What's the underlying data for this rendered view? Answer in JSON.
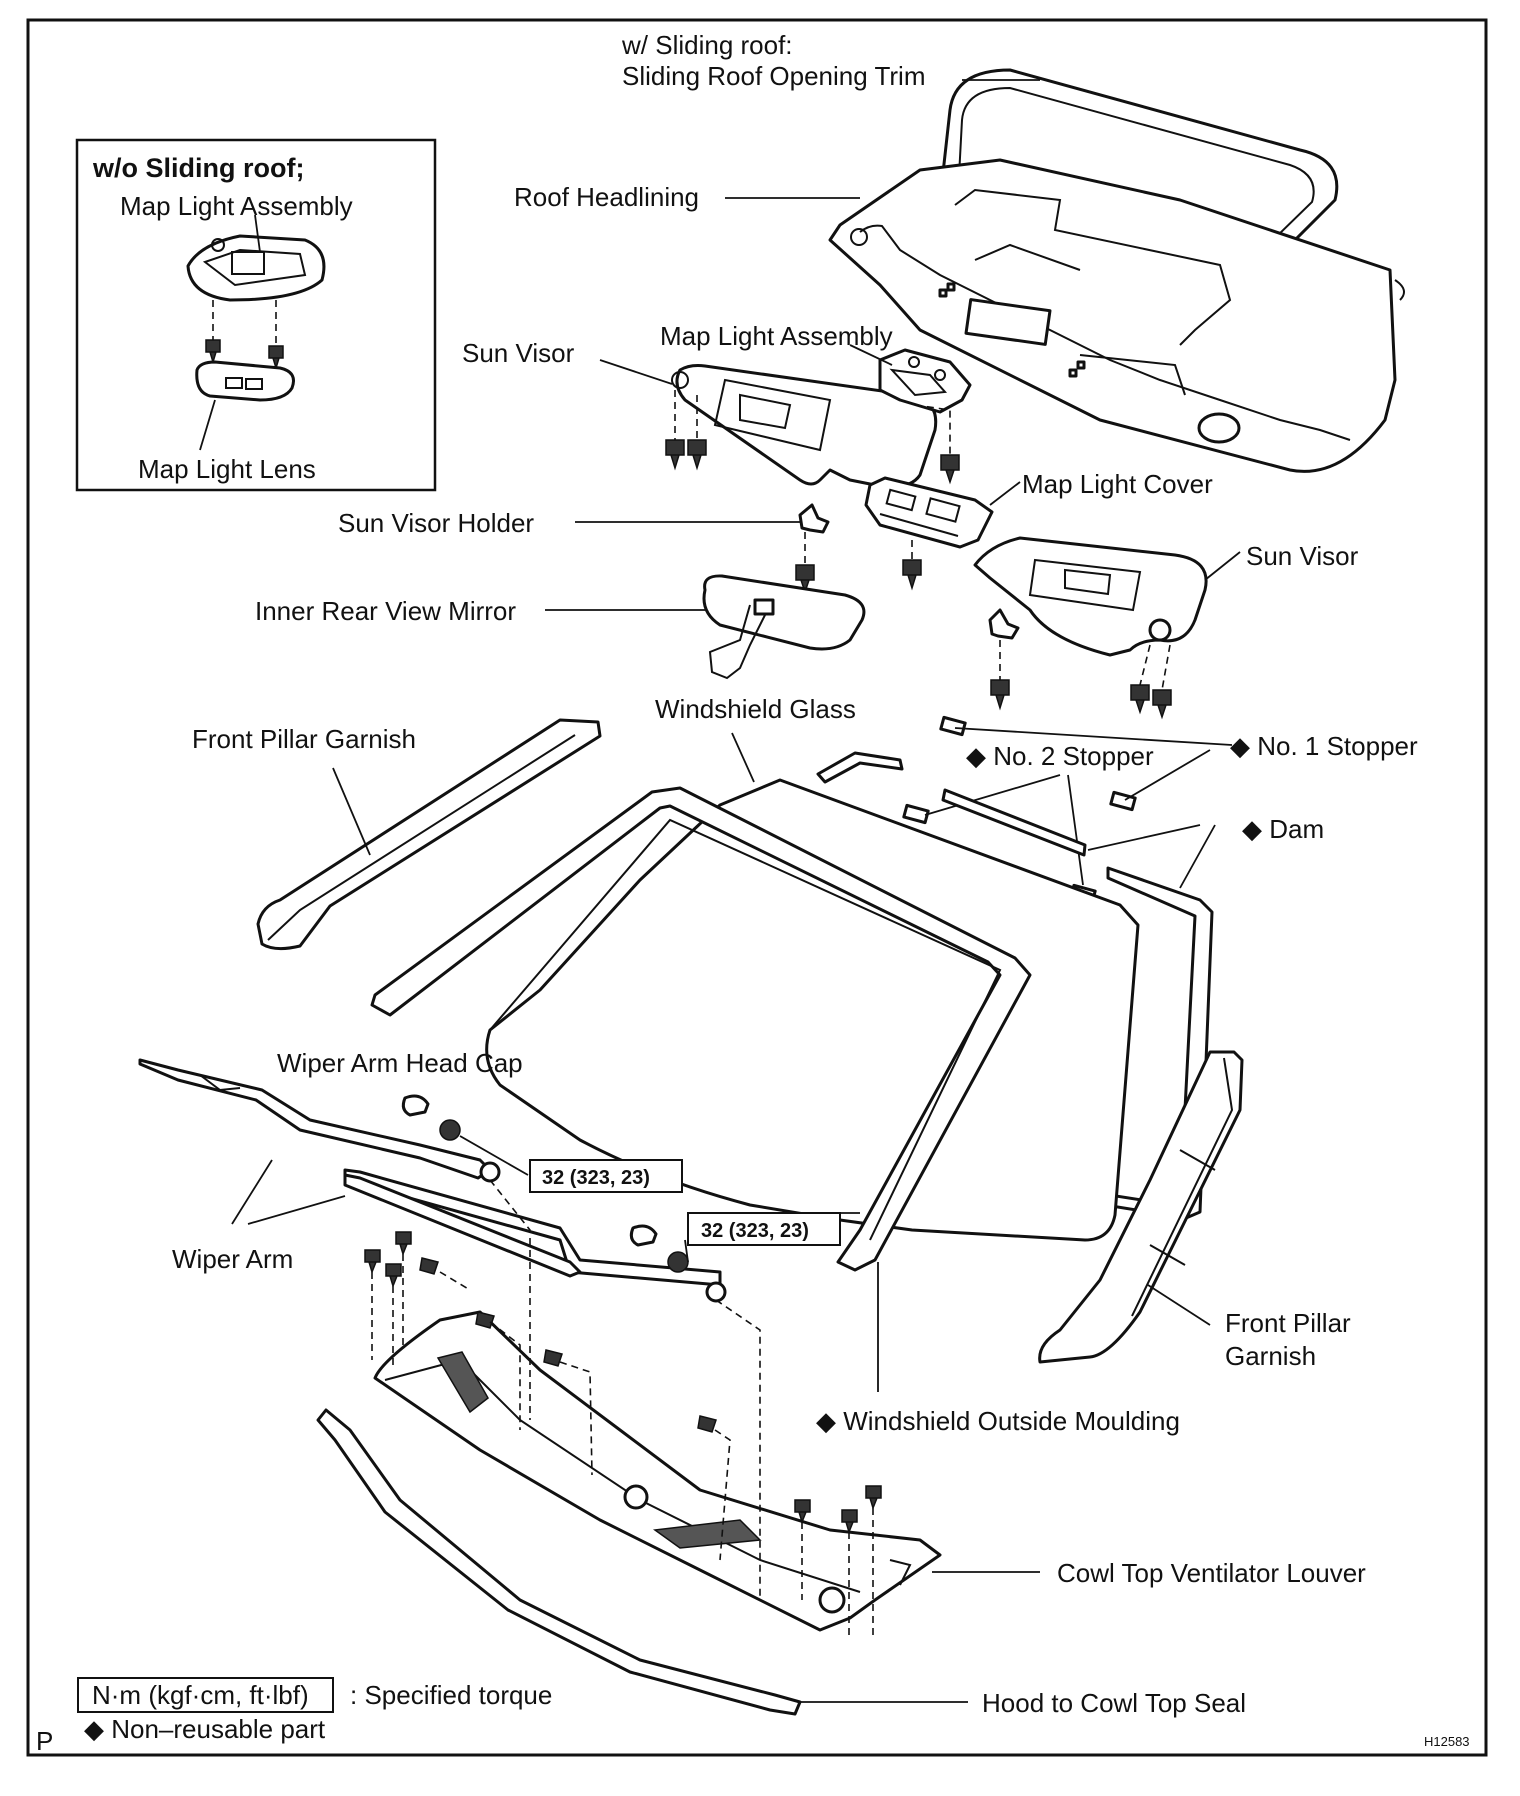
{
  "labels": {
    "sliding_roof_note": "w/ Sliding roof:",
    "sliding_roof_trim": "Sliding Roof Opening Trim",
    "roof_headlining": "Roof Headlining",
    "inset_title": "w/o Sliding roof;",
    "inset_map_light_assembly": "Map Light Assembly",
    "inset_map_light_lens": "Map Light Lens",
    "sun_visor_left": "Sun Visor",
    "map_light_assembly": "Map Light Assembly",
    "map_light_cover": "Map Light Cover",
    "sun_visor_holder": "Sun Visor Holder",
    "sun_visor_right": "Sun Visor",
    "inner_rear_view_mirror": "Inner Rear View Mirror",
    "windshield_glass": "Windshield Glass",
    "front_pillar_garnish_left": "Front Pillar Garnish",
    "no2_stopper": "◆ No. 2 Stopper",
    "no1_stopper": "◆ No. 1 Stopper",
    "dam": "◆ Dam",
    "wiper_arm_head_cap": "Wiper Arm Head Cap",
    "torque_1": "32 (323, 23)",
    "torque_2": "32 (323, 23)",
    "wiper_arm": "Wiper Arm",
    "front_pillar_garnish_right_1": "Front Pillar",
    "front_pillar_garnish_right_2": "Garnish",
    "windshield_outside_moulding": "◆ Windshield Outside Moulding",
    "cowl_top_ventilator_louver": "Cowl Top Ventilator Louver",
    "hood_to_cowl_top_seal": "Hood to Cowl Top Seal"
  },
  "legend": {
    "torque_unit": "N·m (kgf·cm, ft·lbf)",
    "torque_desc": ": Specified torque",
    "non_reusable": "◆ Non–reusable part"
  },
  "corner": {
    "left_marker": "P",
    "figure_code": "H12583"
  }
}
